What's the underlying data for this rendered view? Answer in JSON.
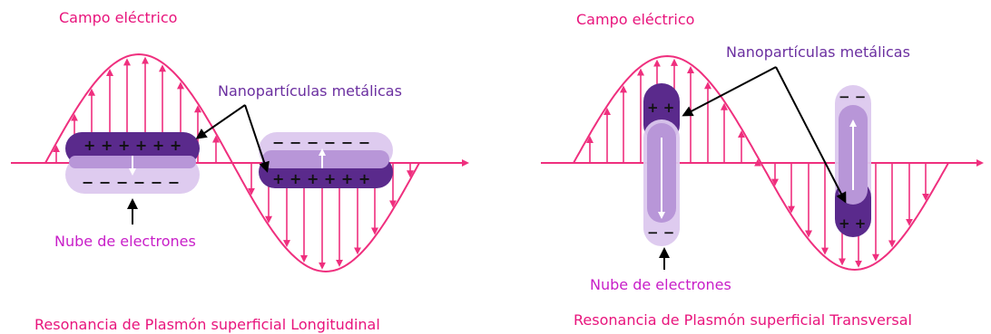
{
  "colors": {
    "wave": "#ef2f7e",
    "dark_particle": "#5a2a8c",
    "dark_particle_edge": "#3e1e6e",
    "light_particle": "#b896d8",
    "cloud": "#dcc8ee",
    "label_pink": "#e8147c",
    "label_magenta": "#c81ec8",
    "label_purple": "#6b2fa0"
  },
  "left": {
    "field_label": "Campo eléctrico",
    "nanoparticles_label": "Nanopartículas metálicas",
    "electron_cloud_label": "Nube de electrones",
    "caption": "Resonancia de Plasmón superficial Longitudinal",
    "particle_a_charges_top": "+ + + + + +",
    "particle_a_charges_bottom": "− − − − − −",
    "particle_b_charges_top": "− − − − − −",
    "particle_b_charges_bottom": "+ + + + + +"
  },
  "right": {
    "field_label": "Campo eléctrico",
    "nanoparticles_label": "Nanopartículas metálicas",
    "electron_cloud_label": "Nube de electrones",
    "caption": "Resonancia de Plasmón superficial Transversal",
    "particle_a_charges_top": "+ +",
    "particle_a_charges_bottom": "− −",
    "particle_b_charges_top": "− −",
    "particle_b_charges_bottom": "+ +"
  }
}
